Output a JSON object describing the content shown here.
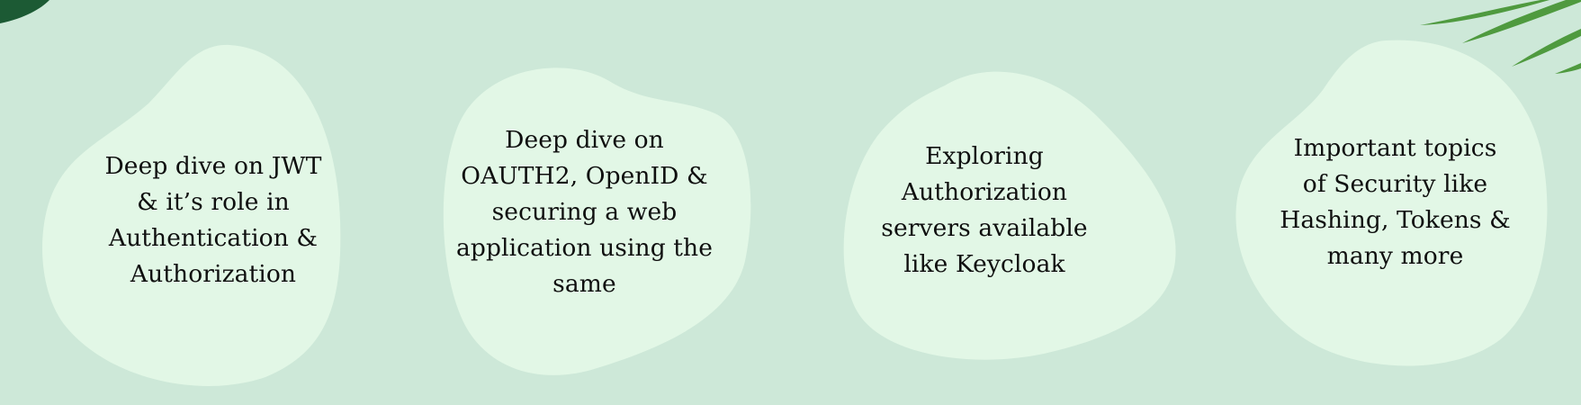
{
  "colors": {
    "background": "#cde8d8",
    "blob_fill": "#e2f7e6",
    "text": "#0f0f0f",
    "leaf_dark": "#1c5a34",
    "leaf_green": "#4f9a3f"
  },
  "decorations": {
    "top_left": "dark-leaf-icon",
    "top_right": "palm-leaves-icon"
  },
  "topics": [
    {
      "lines": [
        "Deep dive on JWT",
        "& it’s role in",
        "Authentication &",
        "Authorization"
      ]
    },
    {
      "lines": [
        "Deep dive on",
        "OAUTH2, OpenID &",
        "securing a web",
        "application using the",
        "same"
      ]
    },
    {
      "lines": [
        "Exploring",
        "Authorization",
        "servers available",
        "like Keycloak"
      ]
    },
    {
      "lines": [
        "Important topics",
        "of Security like",
        "Hashing, Tokens &",
        "many more"
      ]
    }
  ]
}
